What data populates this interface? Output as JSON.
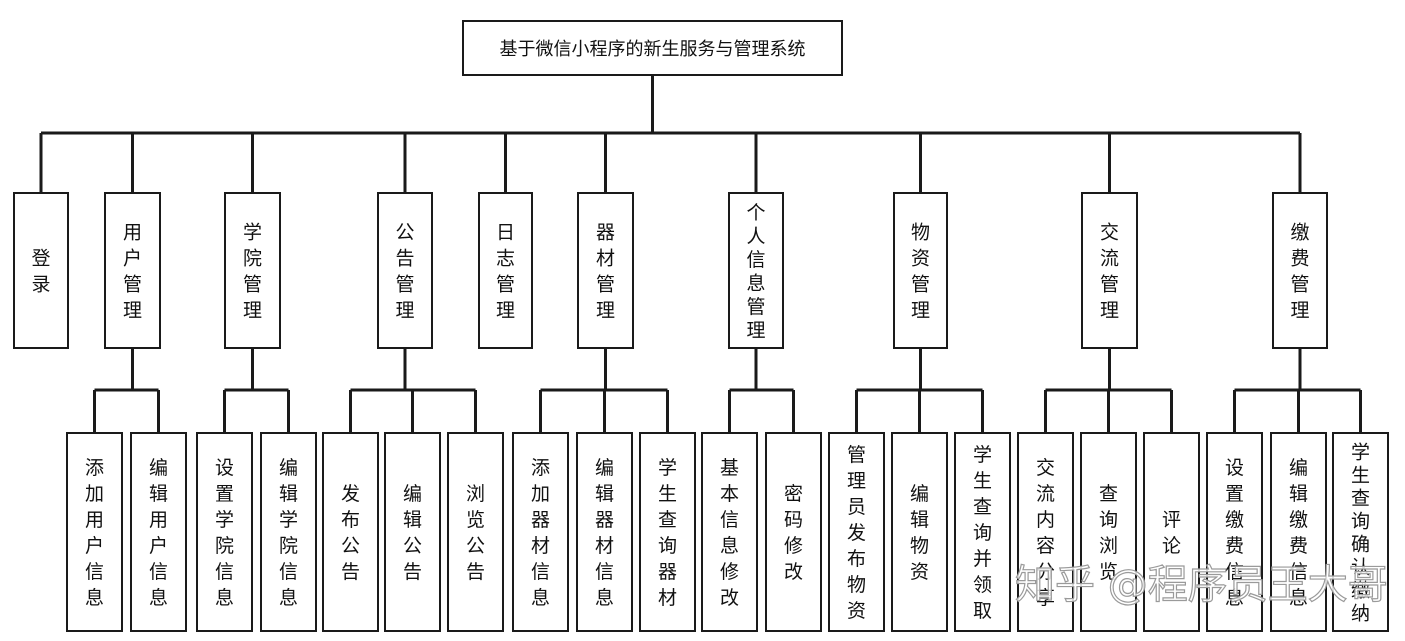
{
  "root": "基于微信小程序的新生服务与管理系统",
  "modules": [
    {
      "id": "login",
      "label": "登录",
      "children": []
    },
    {
      "id": "user",
      "label": "用户管理",
      "children": [
        "添加用户信息",
        "编辑用户信息"
      ]
    },
    {
      "id": "college",
      "label": "学院管理",
      "children": [
        "设置学院信息",
        "编辑学院信息"
      ]
    },
    {
      "id": "notice",
      "label": "公告管理",
      "children": [
        "发布公告",
        "编辑公告",
        "浏览公告"
      ]
    },
    {
      "id": "log",
      "label": "日志管理",
      "children": []
    },
    {
      "id": "equipment",
      "label": "器材管理",
      "children": [
        "添加器材信息",
        "编辑器材信息",
        "学生查询器材"
      ]
    },
    {
      "id": "personal",
      "label": "个人信息管理",
      "children": [
        "基本信息修改",
        "密码修改"
      ]
    },
    {
      "id": "material",
      "label": "物资管理",
      "children": [
        "管理员发布物资",
        "编辑物资",
        "学生查询并领取"
      ]
    },
    {
      "id": "exchange",
      "label": "交流管理",
      "children": [
        "交流内容分享",
        "查询浏览",
        "评论"
      ]
    },
    {
      "id": "payment",
      "label": "缴费管理",
      "children": [
        "设置缴费信息",
        "编辑缴费信息",
        "学生查询确认缴纳"
      ]
    }
  ],
  "watermark": "知乎 @程序员王大哥"
}
